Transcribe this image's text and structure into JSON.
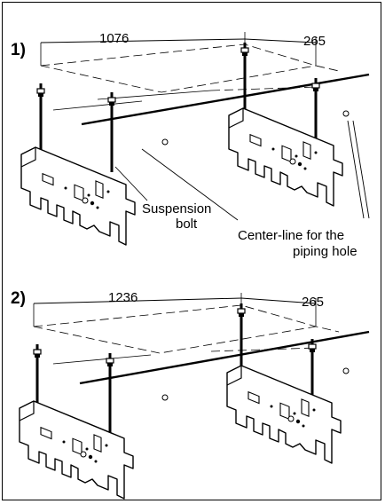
{
  "panel1": {
    "step": "1)",
    "dim_left": "1076",
    "dim_right": "265",
    "label_bolt_line1": "Suspension",
    "label_bolt_line2": "bolt",
    "label_center_line1": "Center-line for the",
    "label_center_line2": "piping hole"
  },
  "panel2": {
    "step": "2)",
    "dim_left": "1236",
    "dim_right": "265"
  },
  "colors": {
    "line": "#000000",
    "background": "#ffffff"
  }
}
